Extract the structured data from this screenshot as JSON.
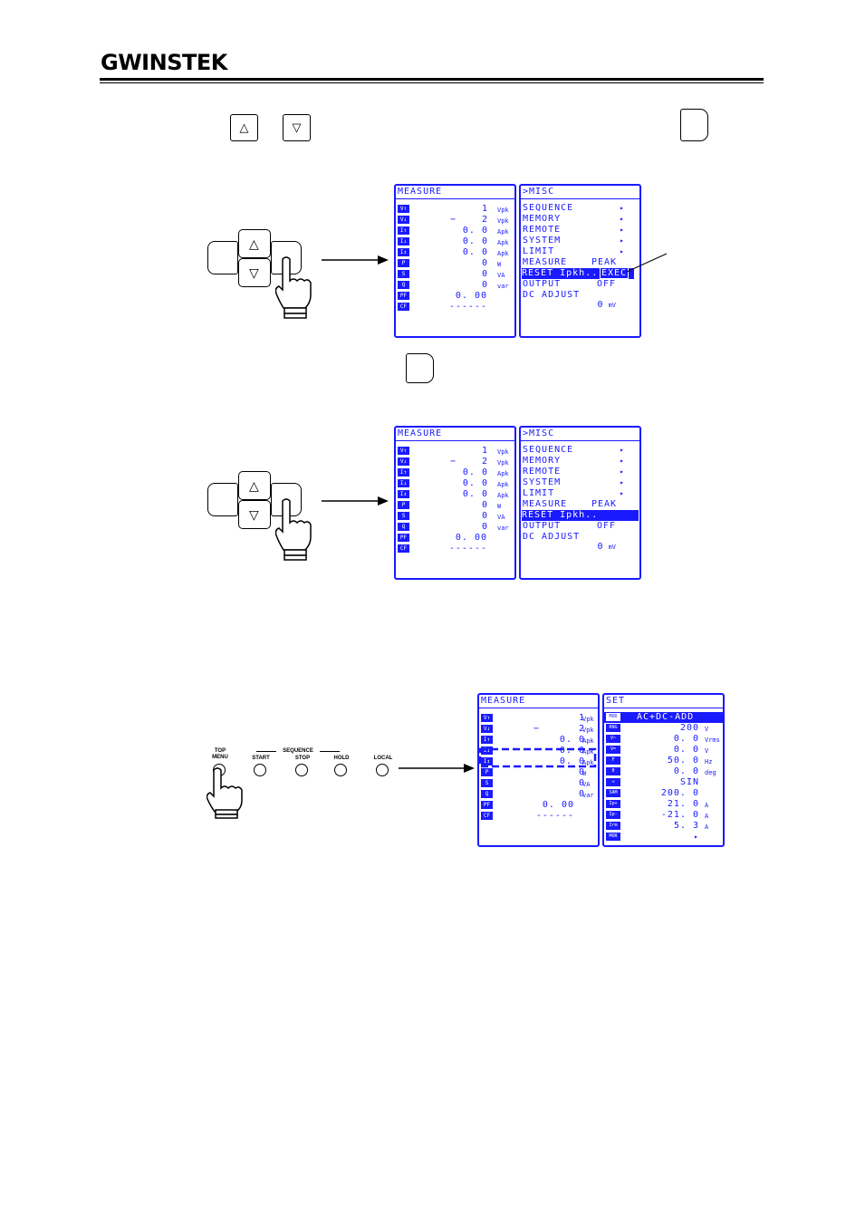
{
  "header": {
    "brand": "GWINSTEK"
  },
  "instruction_keys": {
    "up": "△",
    "down": "▽"
  },
  "panel1": {
    "measure_title": "MEASURE",
    "misc_title": ">MISC",
    "selected_item": "RESET Ipkh",
    "exec_label": "EXEC"
  },
  "panel2": {
    "measure_title": "MEASURE",
    "misc_title": ">MISC",
    "selected_item": "RESET Ipkh"
  },
  "measure_rows": [
    {
      "tag": "V↑",
      "sign": "",
      "value": "1",
      "unit": "Vpk"
    },
    {
      "tag": "V↓",
      "sign": "−",
      "value": "2",
      "unit": "Vpk"
    },
    {
      "tag": "I↑",
      "sign": "",
      "value": "0. 0",
      "unit": "Apk"
    },
    {
      "tag": "I↓",
      "sign": "",
      "value": "0. 0",
      "unit": "Apk"
    },
    {
      "tag": "I↕",
      "sign": "",
      "value": "0. 0",
      "unit": "Apk"
    },
    {
      "tag": "P",
      "sign": "",
      "value": "0",
      "unit": "W"
    },
    {
      "tag": "S",
      "sign": "",
      "value": "0",
      "unit": "VA"
    },
    {
      "tag": "Q",
      "sign": "",
      "value": "0",
      "unit": "var"
    },
    {
      "tag": "PF",
      "sign": "",
      "value": "0. 00",
      "unit": ""
    },
    {
      "tag": "CF",
      "sign": "",
      "value": "------",
      "unit": ""
    }
  ],
  "misc_menu": [
    {
      "label": "SEQUENCE",
      "arrow": "▸"
    },
    {
      "label": "MEMORY",
      "arrow": "▸"
    },
    {
      "label": "REMOTE",
      "arrow": "▸"
    },
    {
      "label": "SYSTEM",
      "arrow": "▸"
    },
    {
      "label": "LIMIT",
      "arrow": "▸"
    },
    {
      "label": "MEASURE",
      "value": "PEAK"
    },
    {
      "label": "RESET Ipkh",
      "value": ""
    },
    {
      "label": "OUTPUT",
      "value": "OFF"
    },
    {
      "label": "DC ADJUST",
      "value": ""
    }
  ],
  "dc_adjust_value": {
    "value": "0",
    "unit": "mV"
  },
  "panel3": {
    "measure_title": "MEASURE",
    "set_title": "SET",
    "set_rows": [
      {
        "tag": "MOD",
        "value": "AC+DC-ADD",
        "unit": ""
      },
      {
        "tag": "RNG",
        "value": "200",
        "unit": "V"
      },
      {
        "tag": "V~",
        "value": "0. 0",
        "unit": "Vrms"
      },
      {
        "tag": "V=",
        "value": "0. 0",
        "unit": "V"
      },
      {
        "tag": "F",
        "value": "50. 0",
        "unit": "Hz"
      },
      {
        "tag": "θ",
        "value": "0. 0",
        "unit": "deg"
      },
      {
        "tag": "≈",
        "value": "SIN",
        "unit": ""
      },
      {
        "tag": "SAM",
        "value": "200. 0",
        "unit": ""
      },
      {
        "tag": "Ip+",
        "value": "21. 0",
        "unit": "A"
      },
      {
        "tag": "Ip-",
        "value": "-21. 0",
        "unit": "A"
      },
      {
        "tag": "Irm",
        "value": "5. 3",
        "unit": "A"
      },
      {
        "tag": "MOR",
        "value": "▸",
        "unit": ""
      }
    ]
  },
  "front_panel": {
    "top_menu": "TOP\nMENU",
    "sequence_group": "SEQUENCE",
    "start": "START",
    "stop": "STOP",
    "hold": "HOLD",
    "local": "LOCAL"
  }
}
